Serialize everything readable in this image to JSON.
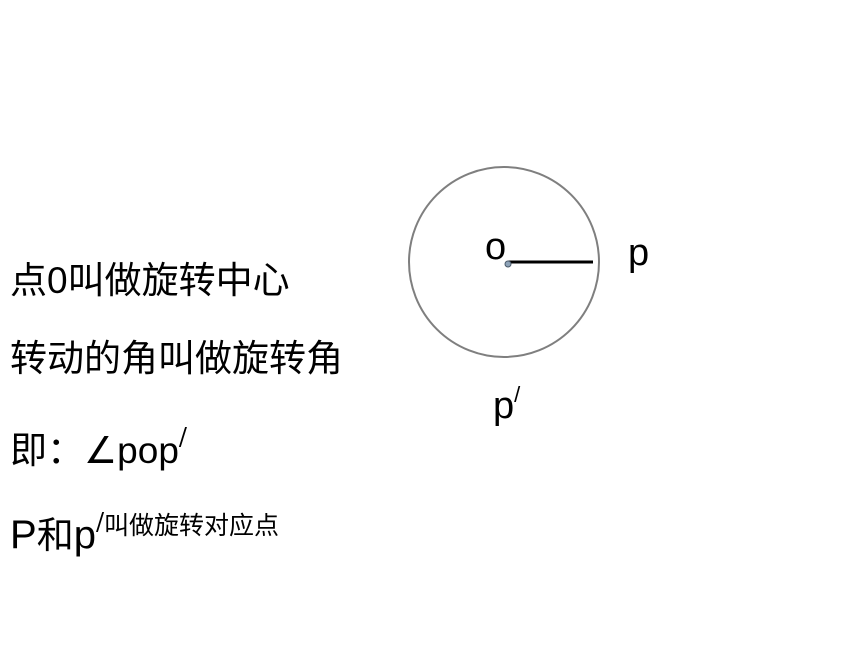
{
  "diagram": {
    "label_center": "o",
    "label_p": "p",
    "label_p_prime_base": "p",
    "label_p_prime_mark": "/",
    "circle_color": "#7f7f7f",
    "radius_color": "#000000"
  },
  "text": {
    "line1_a": "点",
    "line1_b": "0",
    "line1_c": "叫做旋转中心",
    "line2": "转动的角叫做旋转角",
    "line3_a": "即：",
    "line3_b": "∠pop",
    "line3_mark": "/",
    "line4_a": "P",
    "line4_b": "和",
    "line4_c": "p",
    "line4_mark": "/",
    "line4_sup": "叫做旋转对应点"
  }
}
